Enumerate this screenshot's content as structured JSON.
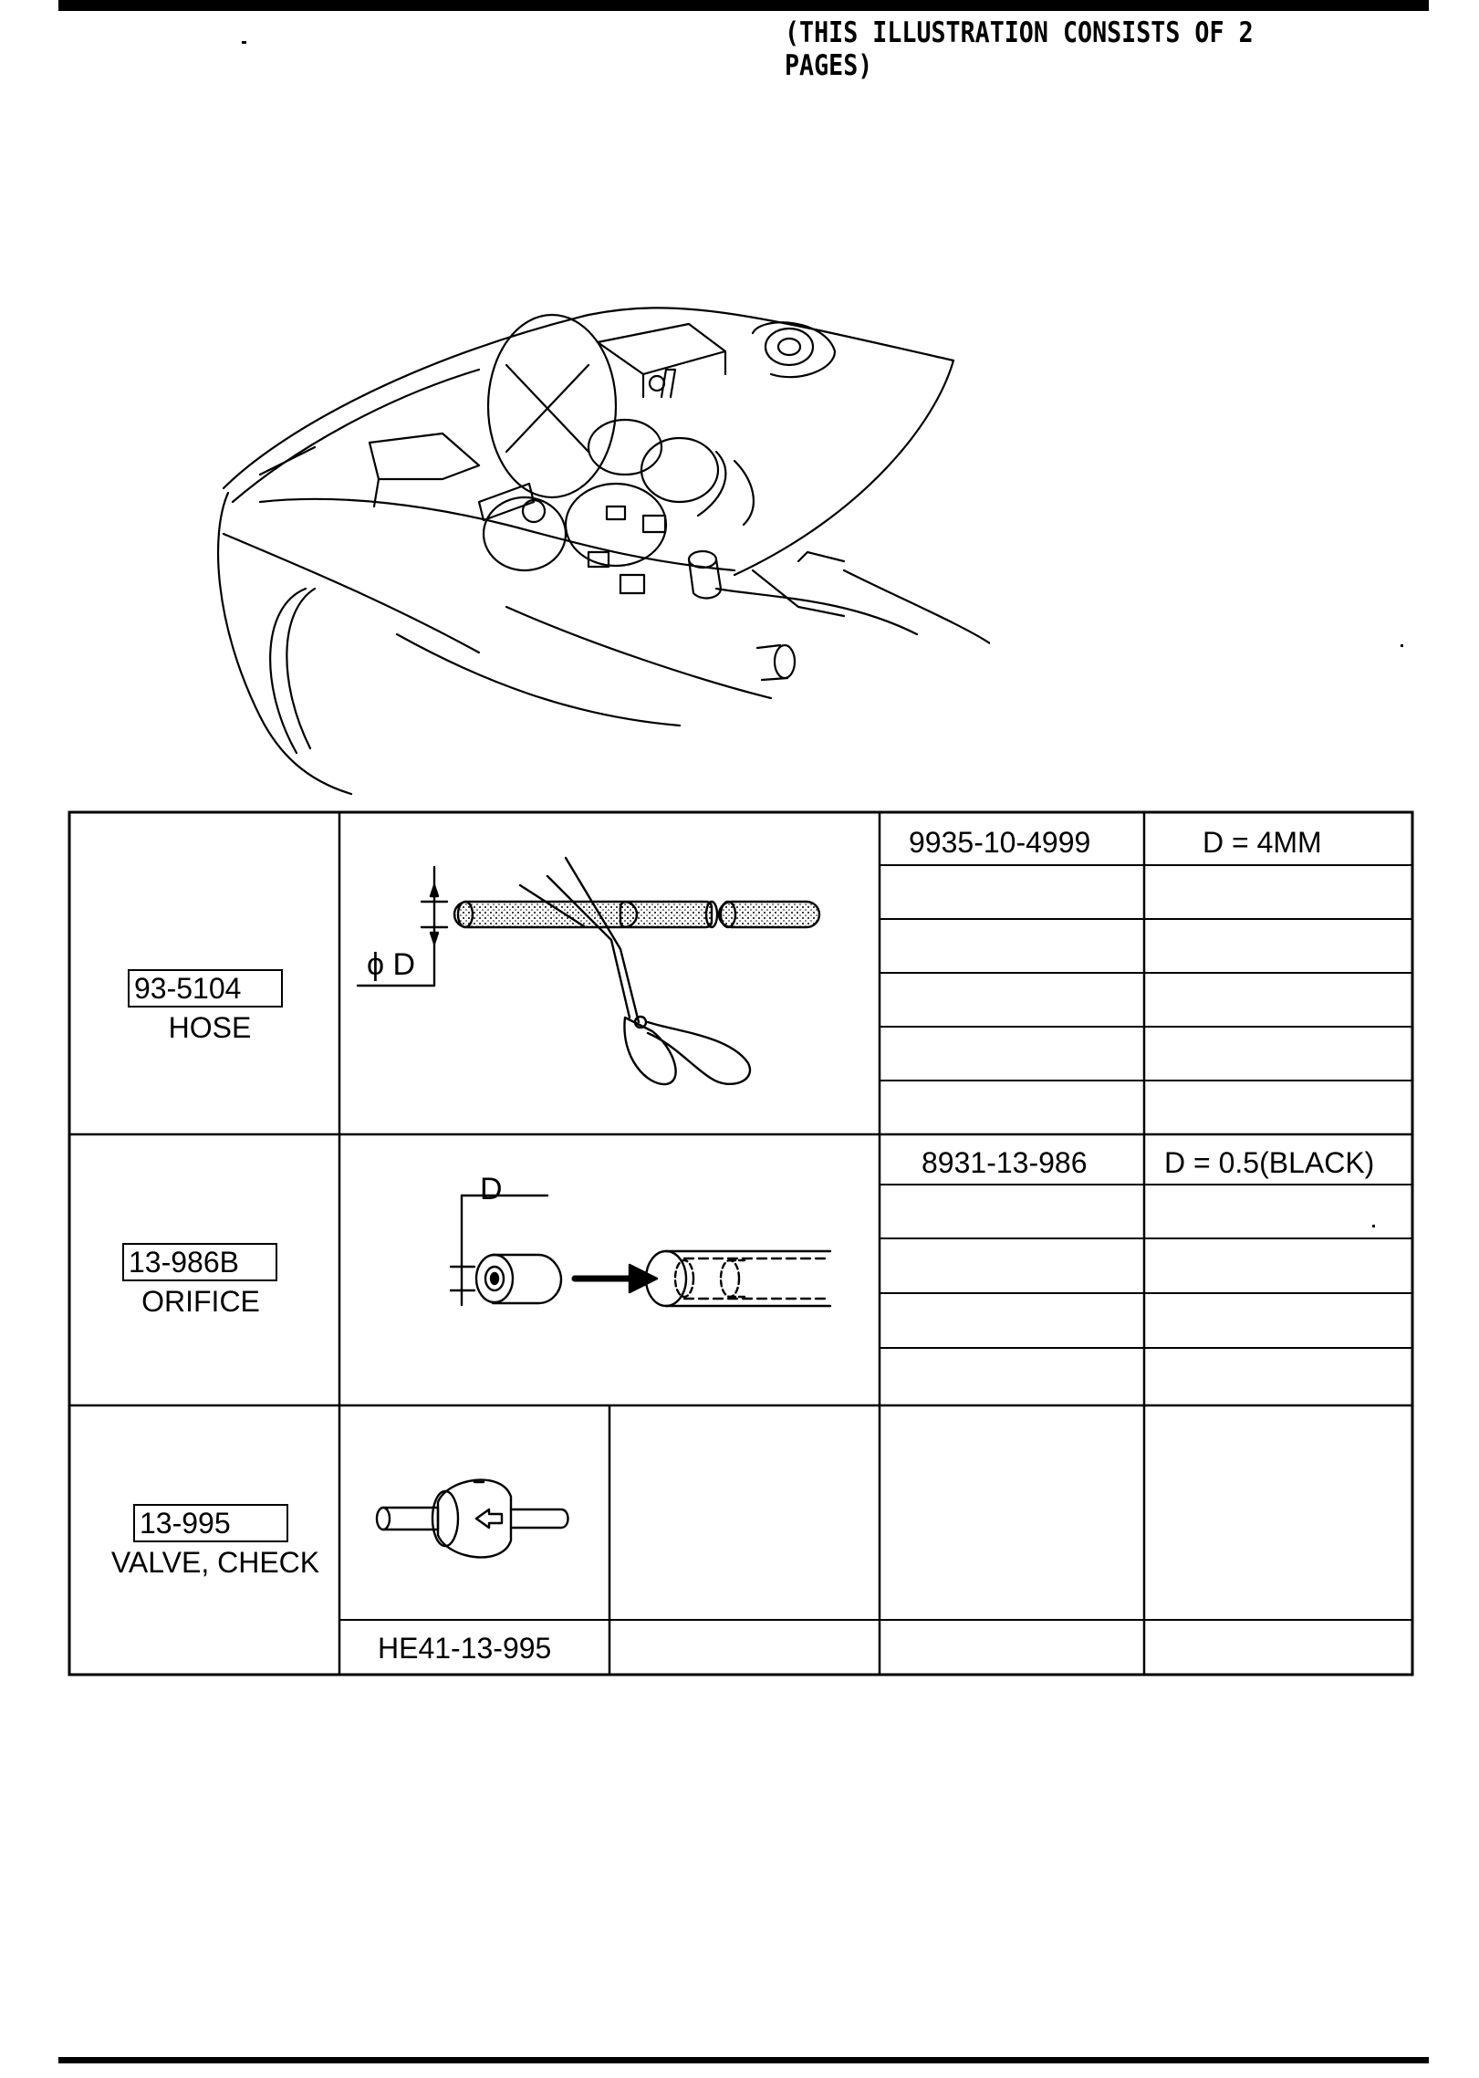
{
  "header": {
    "note": "(THIS ILLUSTRATION CONSISTS OF  2 PAGES)"
  },
  "parts": [
    {
      "code": "93-5104",
      "name": "HOSE",
      "diagram_label": "ϕ D",
      "spec_rows": [
        {
          "part_number": "9935-10-4999",
          "spec": "D = 4MM"
        }
      ]
    },
    {
      "code": "13-986B",
      "name": "ORIFICE",
      "diagram_label": "D",
      "spec_rows": [
        {
          "part_number": "8931-13-986",
          "spec": "D = 0.5(BLACK)"
        }
      ]
    },
    {
      "code": "13-995",
      "name": "VALVE, CHECK",
      "part_number": "HE41-13-995"
    }
  ]
}
